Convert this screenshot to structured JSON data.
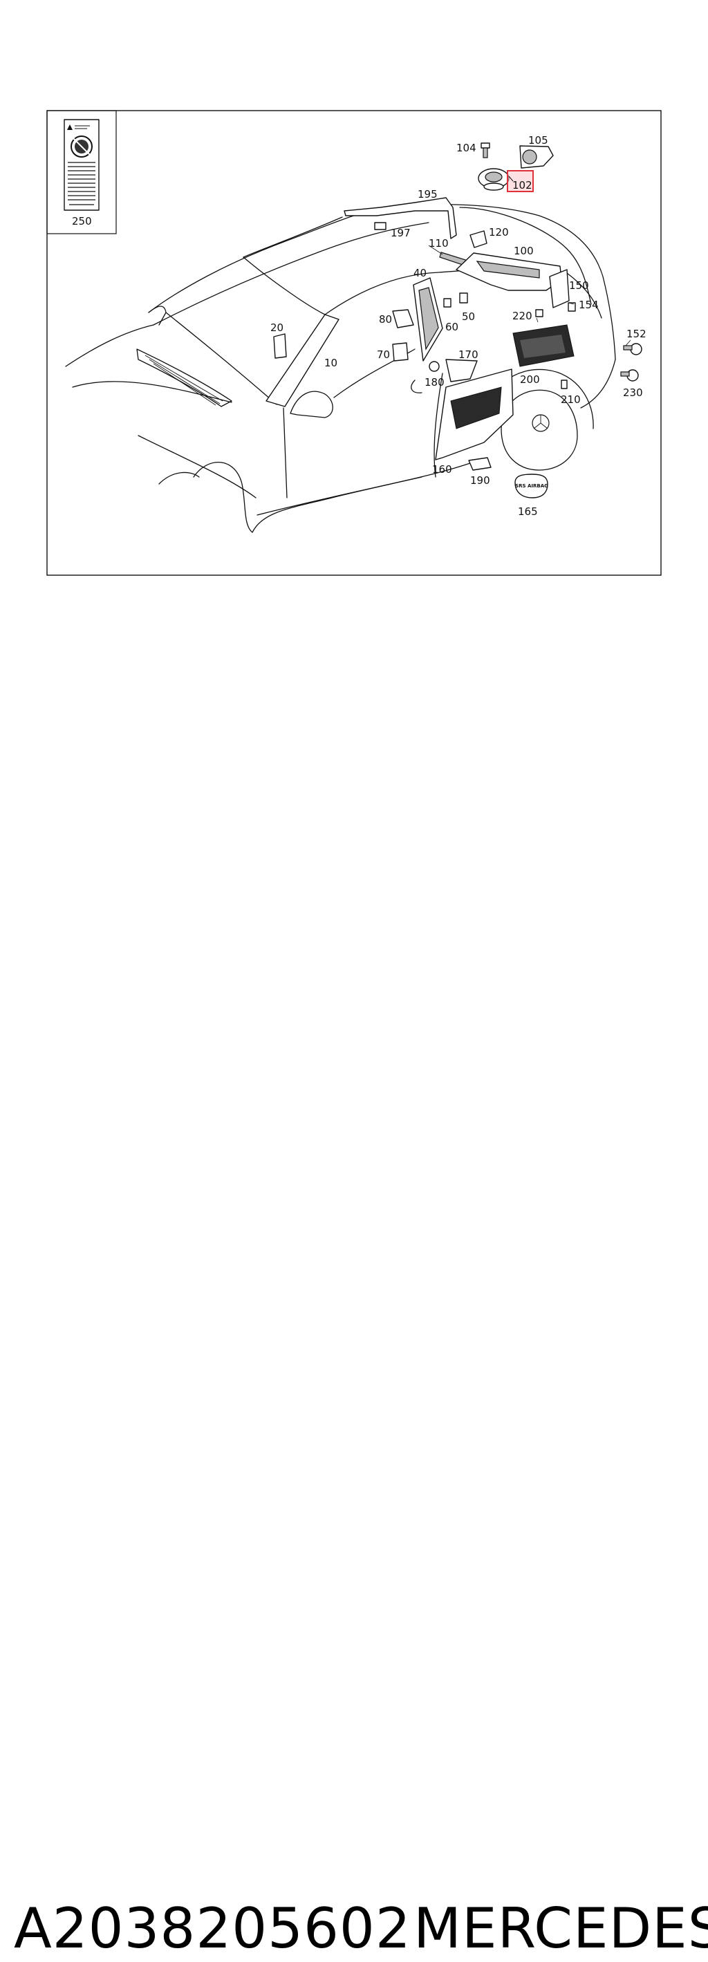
{
  "diagram": {
    "callouts": {
      "c250": "250",
      "c104": "104",
      "c105": "105",
      "c102": "102",
      "c195": "195",
      "c197": "197",
      "c120": "120",
      "c110": "110",
      "c100": "100",
      "c40": "40",
      "c150": "150",
      "c154": "154",
      "c80": "80",
      "c60": "60",
      "c50": "50",
      "c220": "220",
      "c20": "20",
      "c152": "152",
      "c10": "10",
      "c70": "70",
      "c170": "170",
      "c180": "180",
      "c200": "200",
      "c230": "230",
      "c210": "210",
      "c160": "160",
      "c190": "190",
      "c165": "165"
    },
    "highlighted_callout": "102",
    "highlight_color": "#e0303a",
    "badge_text": "SRS AIRBAG"
  },
  "footer": {
    "part_number": "A2038205602",
    "brand": "MERCEDES"
  }
}
